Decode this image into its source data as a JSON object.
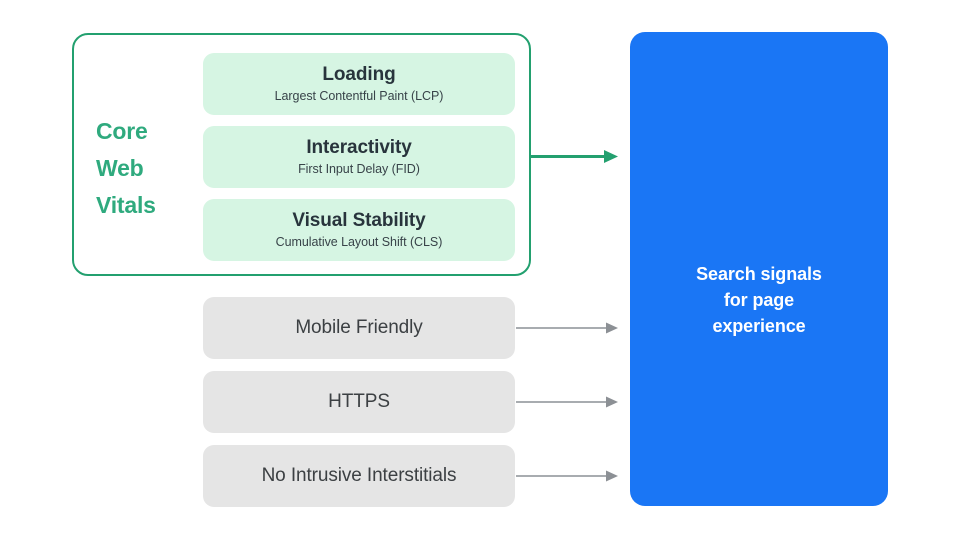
{
  "diagram": {
    "title": "Search signals for page experience",
    "colors": {
      "green_outline": "#23a06f",
      "green_label": "#2faa7e",
      "green_card_fill": "#d6f5e3",
      "gray_card_fill": "#e5e5e5",
      "blue_box_fill": "#1a76f5",
      "gray_arrow": "#8c9095",
      "green_arrow": "#23a06f",
      "card_text": "#28343c",
      "signal_text": "#3c4043",
      "blue_text": "#ffffff",
      "background": "#ffffff"
    }
  },
  "core_web_vitals": {
    "label_lines": [
      "Core",
      "Web",
      "Vitals"
    ],
    "label_text": "Core Web Vitals",
    "metrics": [
      {
        "title": "Loading",
        "subtitle": "Largest Contentful Paint (LCP)",
        "abbreviation": "LCP"
      },
      {
        "title": "Interactivity",
        "subtitle": "First Input Delay (FID)",
        "abbreviation": "FID"
      },
      {
        "title": "Visual Stability",
        "subtitle": "Cumulative Layout Shift (CLS)",
        "abbreviation": "CLS"
      }
    ]
  },
  "other_signals": [
    {
      "label": "Mobile Friendly"
    },
    {
      "label": "HTTPS"
    },
    {
      "label": "No Intrusive Interstitials"
    }
  ],
  "destination": {
    "lines": [
      "Search signals",
      "for page",
      "experience"
    ],
    "text": "Search signals for page experience"
  },
  "arrows": [
    {
      "name": "core-web-vitals-arrow",
      "color": "#23a06f",
      "from": "core-web-vitals-group",
      "to": "search-signals-box"
    },
    {
      "name": "mobile-friendly-arrow",
      "color": "#8c9095",
      "from": "Mobile Friendly",
      "to": "search-signals-box"
    },
    {
      "name": "https-arrow",
      "color": "#8c9095",
      "from": "HTTPS",
      "to": "search-signals-box"
    },
    {
      "name": "no-intrusive-interstitials-arrow",
      "color": "#8c9095",
      "from": "No Intrusive Interstitials",
      "to": "search-signals-box"
    }
  ]
}
